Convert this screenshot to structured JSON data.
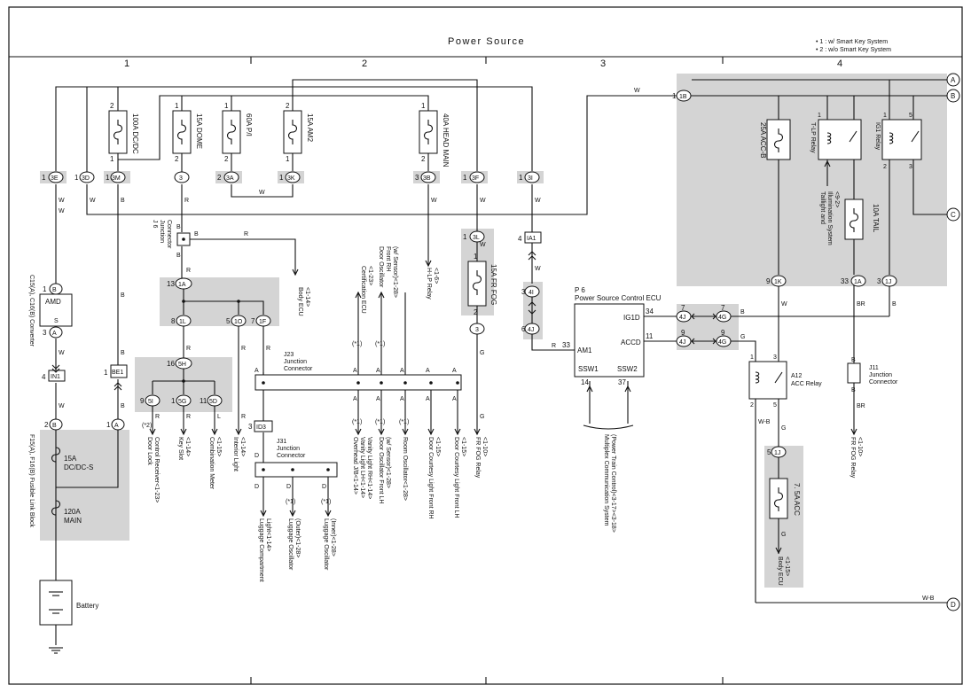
{
  "title": "Power Source",
  "notes": [
    "• 1 : w/ Smart Key System",
    "• 2 : w/o Smart Key System"
  ],
  "columns": [
    "1",
    "2",
    "3",
    "4"
  ],
  "components": {
    "fuse_100a": "100A DC/DC",
    "fuse_15a_dome": "15A DOME",
    "fuse_60a_pi": "60A P/I",
    "fuse_15a_am2": "15A AM2",
    "fuse_40a_head": "40A HEAD MAIN",
    "fuse_25a_acc": "25A ACC-B",
    "relay_tlp": "T-LP Relay",
    "relay_ig1": "IG1 Relay",
    "fuse_10a_tail": "10A TAIL",
    "fuse_15a_frfog": "15A FR FOG",
    "fuse_75a_acc": "7. 5A ACC",
    "amd": "AMD",
    "amd_s": "S",
    "converter": "C15(A), C16(B) Converter",
    "flb": "F15(A), F16(B) Fusible Link Block",
    "fuse_15a_dcdc1": "15A",
    "fuse_15a_dcdc2": "DC/DC-S",
    "fuse_120a1": "120A",
    "fuse_120a2": "MAIN",
    "battery": "Battery",
    "ecu_p6_1": "P 6",
    "ecu_p6_2": "Power Source Control ECU",
    "ecu_ig1d": "IG1D",
    "ecu_accd": "ACCD",
    "ecu_am1": "AM1",
    "ecu_ssw1": "SSW1",
    "ecu_ssw2": "SSW2",
    "relay_a12_1": "A12",
    "relay_a12_2": "ACC Relay",
    "j6_1": "J 6",
    "j6_2": "Junction",
    "j6_3": "Connector",
    "j23_1": "J23",
    "j23_2": "Junction",
    "j23_3": "Connector",
    "j31_1": "J31",
    "j31_2": "Junction",
    "j31_3": "Connector",
    "j11_1": "J11",
    "j11_2": "Junction",
    "j11_3": "Connector"
  },
  "connectors": {
    "c3e": "3E",
    "c3d": "3D",
    "c3m": "3M",
    "c3": "3",
    "c3a": "3A",
    "c3k": "3K",
    "c3b": "3B",
    "c3f": "3F",
    "c3i": "3I",
    "c1b": "1B",
    "cia1": "IA1",
    "c4i": "4I",
    "c4j": "4J",
    "c4j2": "4J",
    "c4g": "4G",
    "c4g2": "4G",
    "c1k": "1K",
    "c1a": "1A",
    "c1j": "1J",
    "c1j2": "1J",
    "c3l": "3L",
    "c3b2": "3",
    "c1a2": "1A",
    "c1l": "1L",
    "c1o": "1O",
    "c1f": "1F",
    "c5h": "5H",
    "c5i": "5I",
    "c5g": "5G",
    "c5d": "5D",
    "cbe1": "BE1",
    "cin1": "IN1",
    "cid3": "ID3",
    "cb": "B",
    "ca": "A",
    "cb2": "B",
    "ca2": "A"
  },
  "pins": {
    "p2": "2",
    "p1": "1",
    "p3": "3",
    "p4": "4",
    "p5": "5",
    "p6": "6",
    "p7": "7",
    "p8": "8",
    "p9": "9",
    "p11": "11",
    "p13": "13",
    "p14": "14",
    "p16": "16",
    "p33": "33",
    "p34": "34",
    "p37": "37"
  },
  "wire_colors": {
    "W": "W",
    "B": "B",
    "R": "R",
    "BR": "BR",
    "G": "G",
    "L": "L",
    "WB": "W-B",
    "A": "A",
    "D": "D"
  },
  "destinations": {
    "body_ecu_1": "Body ECU",
    "body_ecu_2": "<1-14>",
    "dcl_1": "Door Lock",
    "dcl_2": "Control Receiver<1-23>",
    "key_1": "Key Slot",
    "key_2": "<1-14>",
    "cm_1": "Combination Meter",
    "cm_2": "<1-15>",
    "int_1": "Interior Light",
    "int_2": "<1-14>",
    "cert_1": "Certification ECU",
    "cert_2": "<1-23>",
    "doscf_1": "Door Oscillator",
    "doscf_2": "Front RH",
    "doscf_3": "(w/ Sensor)<1-28>",
    "hlp_1": "H-LP Relay",
    "hlp_2": "<1-6>",
    "ovh_1": "Overhead J/B<1-14>",
    "ovh_2": "Vanity Light LH<1-14>",
    "ovh_3": "Vanity Light RH<1-14>",
    "dfl_1": "Door Oscillator Front LH",
    "dfl_2": "(w/ Sensor)<1-28>",
    "room_1": "Room Oscillator<1-28>",
    "dcrh_1": "Door Courtesy Light Front RH",
    "dcrh_2": "<1-15>",
    "dclh_1": "Door Courtesy Light Front LH",
    "dclh_2": "<1-15>",
    "frfog_1": "FR FOG Relay",
    "frfog_2": "<1-10>",
    "lug_1": "Luggage Compartment",
    "lug_2": "Light<1-14>",
    "luo_1": "Luggage Oscillator",
    "luo_2": "(Outer)<1-28>",
    "lui_1": "Luggage Oscillator",
    "lui_2": "(Inner)<1-28>",
    "mpx_1": "Multiplex Communication System",
    "mpx_2": "(Power Train Control)<3-17><3-18>",
    "tail_1": "Taillight and",
    "tail_2": "Illumination System",
    "tail_3": "<9-2>",
    "body2_1": "Body ECU",
    "body2_2": "<1-15>",
    "frfog2_1": "FR FOG Relay",
    "frfog2_2": "<1-10>",
    "note1": "(*1)",
    "note2": "(*2)"
  },
  "terminals": [
    "A",
    "B",
    "C",
    "D"
  ]
}
